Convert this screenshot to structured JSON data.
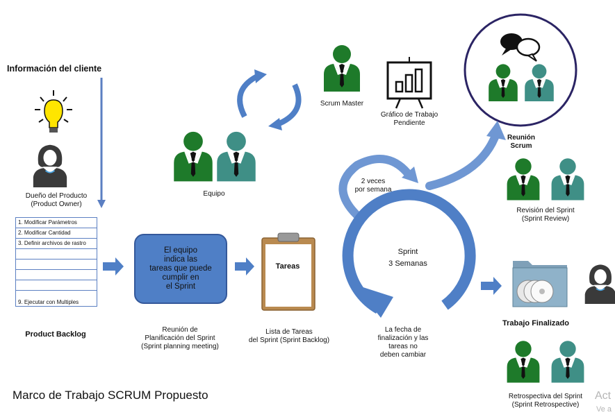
{
  "title": "Marco de Trabajo SCRUM Propuesto",
  "client_info": "Información del cliente",
  "product_owner": "Dueño del Producto\n(Product Owner)",
  "product_backlog": {
    "label": "Product Backlog",
    "items": [
      "1. Modificar Parámetros",
      "2. Modificar Cantidad",
      "3. Definir archivos de rastro",
      "",
      "",
      "",
      "",
      "9. Ejecutar con Multiples"
    ]
  },
  "planning": {
    "box_text": "El equipo\nindica las\ntareas que puede\ncumplir en\nel Sprint",
    "label": "Reunión de\nPlanificación del Sprint\n(Sprint planning meeting)"
  },
  "team": "Equipo",
  "scrum_master": "Scrum Master",
  "burndown": "Gráfico de Trabajo\nPendiente",
  "daily": "Reunión Scrum",
  "tasks": {
    "clipboard": "Tareas",
    "label": "Lista de Tareas\ndel Sprint (Sprint Backlog)"
  },
  "sprint": {
    "title": "Sprint",
    "duration": "3 Semanas",
    "frequency": "2 veces\npor semana",
    "note": "La fecha de\nfinalización  y las\ntareas  no\ndeben cambiar"
  },
  "review": "Revisión del Sprint\n(Sprint Review)",
  "finished": "Trabajo Finalizado",
  "retro": "Retrospectiva  del Sprint\n(Sprint Retrospective)",
  "watermark": {
    "line1": "Act",
    "line2": "Ve a"
  },
  "colors": {
    "person_dark": "#1e7a2a",
    "person_teal": "#3f8f86",
    "arrow_blue": "#4f7fc6",
    "arrow_light": "#6f97d3"
  }
}
